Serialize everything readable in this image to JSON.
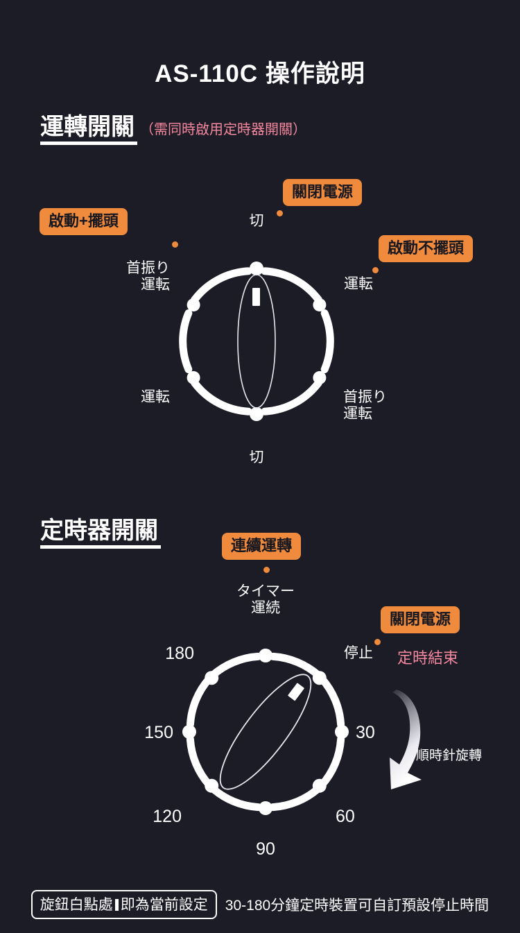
{
  "title": "AS-110C 操作說明",
  "theme": {
    "background": "#1c1c26",
    "accent_orange": "#f08a3d",
    "accent_pink": "#f5879f",
    "white": "#ffffff"
  },
  "section_run": {
    "heading": "運轉開關",
    "note": "（需同時啟用定時器開關）",
    "badges": [
      {
        "label": "關閉電源"
      },
      {
        "label": "啟動+擺頭"
      },
      {
        "label": "啟動不擺頭"
      }
    ],
    "dial": {
      "positions": [
        {
          "label": "切"
        },
        {
          "label": "運転"
        },
        {
          "label": "首振り\n運転"
        },
        {
          "label": "切"
        },
        {
          "label": "運転"
        },
        {
          "label": "首振り\n運転"
        }
      ],
      "labels": {
        "top": "切",
        "upper_right": "運転",
        "lower_right_1": "首振り",
        "lower_right_2": "運転",
        "bottom": "切",
        "lower_left": "運転",
        "upper_left_1": "首振り",
        "upper_left_2": "運転"
      }
    }
  },
  "section_timer": {
    "heading": "定時器開關",
    "badges": [
      {
        "label": "連續運轉"
      },
      {
        "label": "關閉電源"
      }
    ],
    "end_note": "定時結束",
    "rotation_note": "順時針旋轉",
    "dial": {
      "top_1": "タイマー",
      "top_2": "運続",
      "stop": "停止",
      "minutes": [
        "30",
        "60",
        "90",
        "120",
        "150",
        "180"
      ]
    }
  },
  "footer": {
    "boxed_part1": "旋鈕白點處",
    "boxed_part2": "即為當前設定",
    "text": "30-180分鐘定時裝置可自訂預設停止時間"
  }
}
